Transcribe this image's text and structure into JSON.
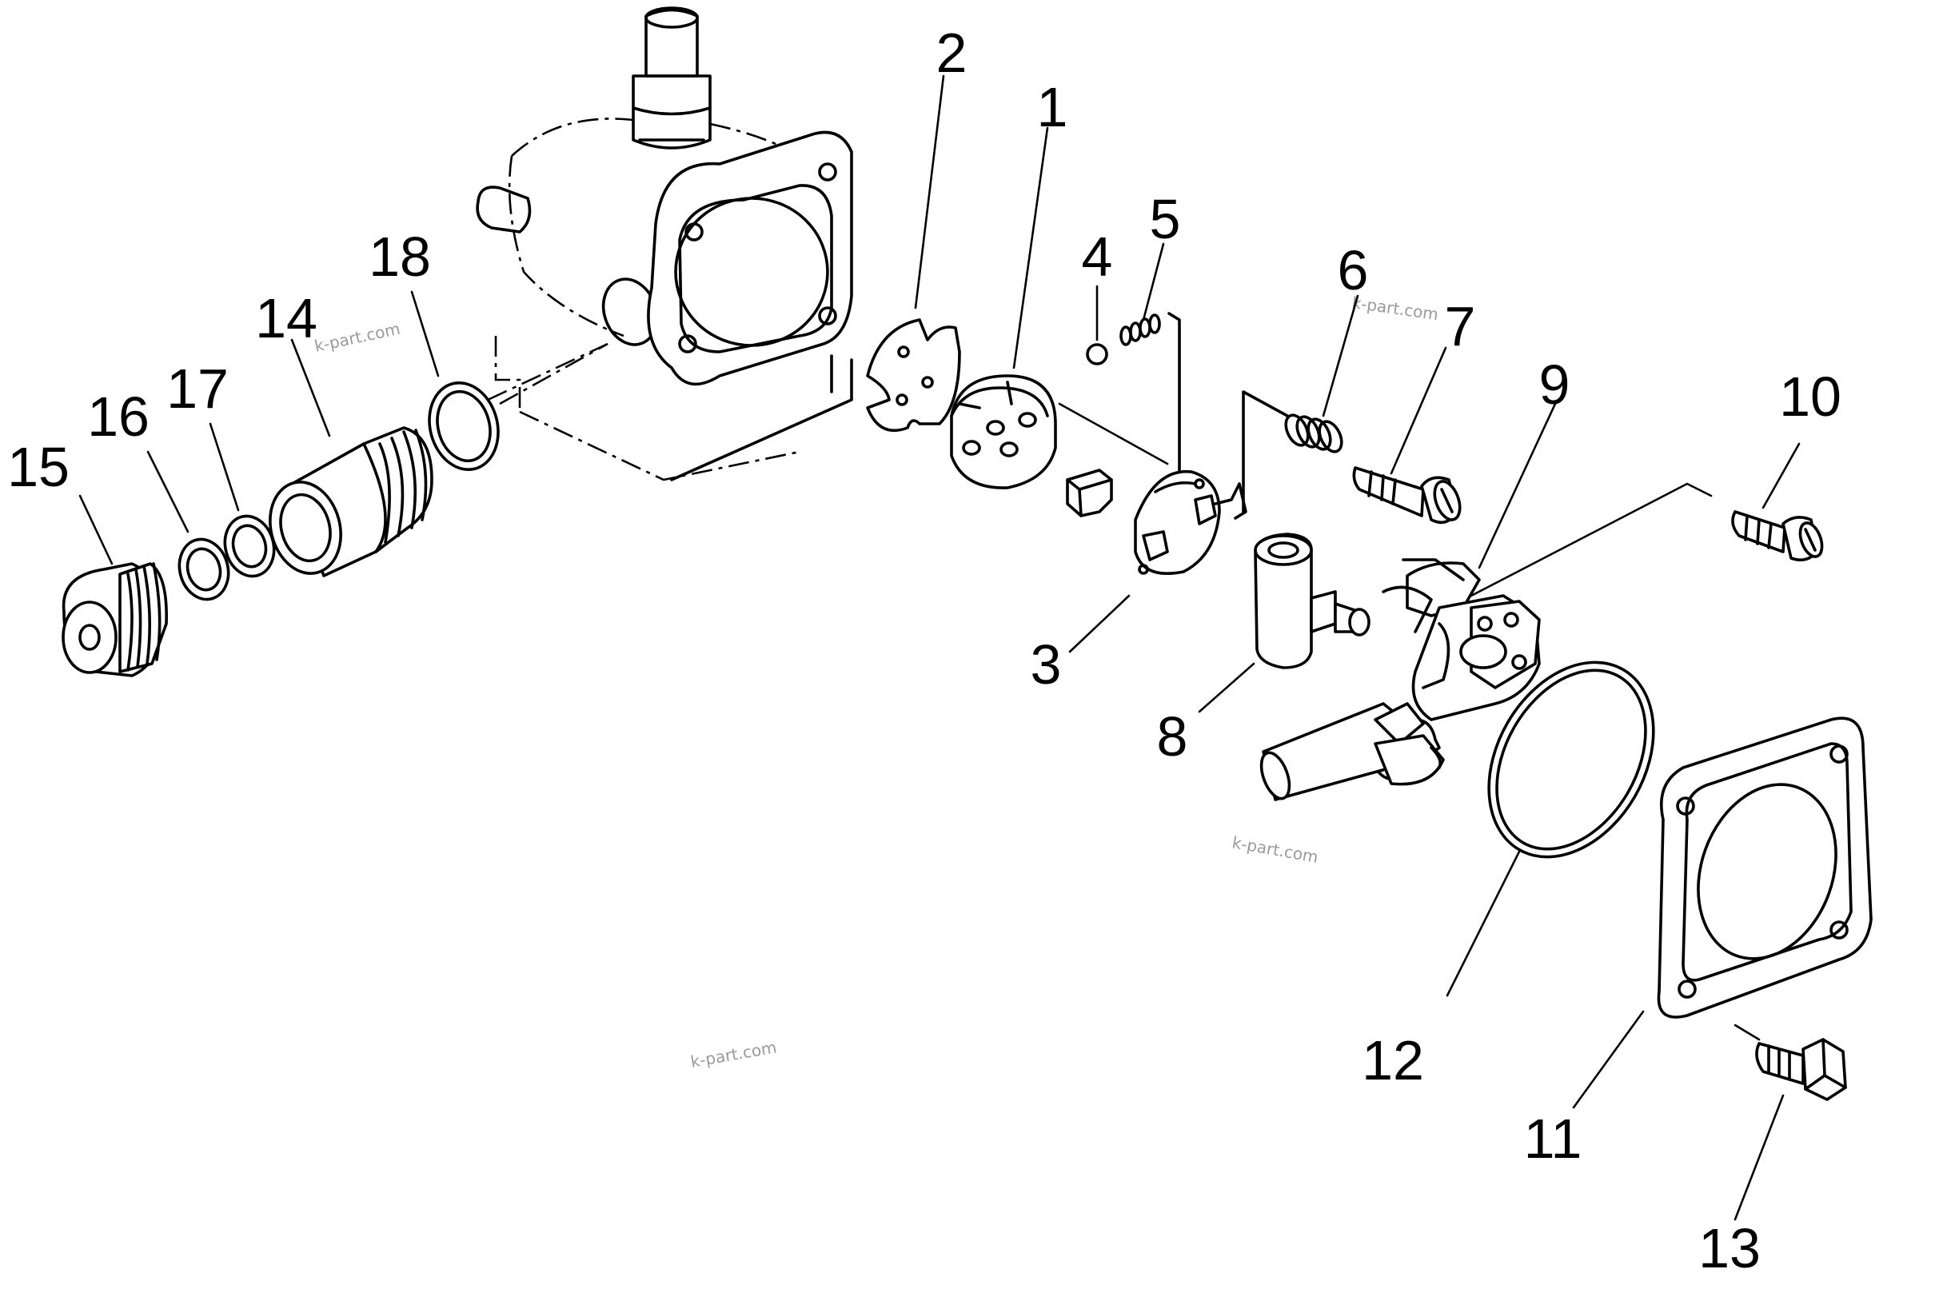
{
  "watermark": "k-part.com",
  "callouts": [
    {
      "id": "1",
      "label": "1"
    },
    {
      "id": "2",
      "label": "2"
    },
    {
      "id": "3",
      "label": "3"
    },
    {
      "id": "4",
      "label": "4"
    },
    {
      "id": "5",
      "label": "5"
    },
    {
      "id": "6",
      "label": "6"
    },
    {
      "id": "7",
      "label": "7"
    },
    {
      "id": "8",
      "label": "8"
    },
    {
      "id": "9",
      "label": "9"
    },
    {
      "id": "10",
      "label": "10"
    },
    {
      "id": "11",
      "label": "11"
    },
    {
      "id": "12",
      "label": "12"
    },
    {
      "id": "13",
      "label": "13"
    },
    {
      "id": "14",
      "label": "14"
    },
    {
      "id": "15",
      "label": "15"
    },
    {
      "id": "16",
      "label": "16"
    },
    {
      "id": "17",
      "label": "17"
    },
    {
      "id": "18",
      "label": "18"
    }
  ]
}
